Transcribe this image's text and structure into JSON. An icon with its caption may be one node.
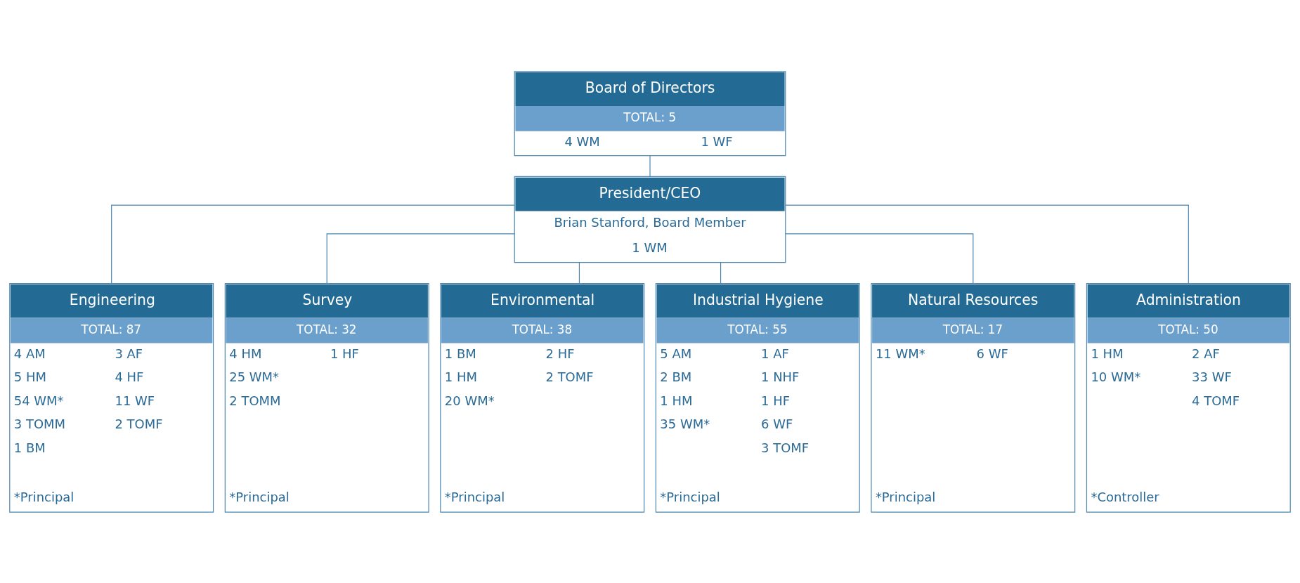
{
  "diagram": {
    "nodes": [
      {
        "text": [
          "Board of Directors",
          "TOTAL: 5",
          "4 WM",
          "1 WF"
        ]
      },
      {
        "text": [
          "President/CEO",
          "Brian Stanford, Board Member",
          "1 WM"
        ]
      },
      {
        "text": [
          "Engineering",
          "TOTAL: 87",
          "4 AM",
          "3 AF",
          "5 HM",
          "4 HF",
          "54 WM*",
          "11 WF",
          "3 TOMM",
          "2 TOMF",
          "1 BM",
          "*Principal"
        ]
      },
      {
        "text": [
          "Survey",
          "TOTAL: 32",
          "4 HM",
          "1 HF",
          "25 WM*",
          "2 TOMM",
          "*Principal"
        ]
      },
      {
        "text": [
          "Environmental",
          "TOTAL: 38",
          "1 BM",
          "2 HF",
          "1 HM",
          "2 TOMF",
          "20 WM*",
          "*Principal"
        ]
      },
      {
        "text": [
          "Industrial Hygiene",
          "TOTAL: 55",
          "5 AM",
          "1 AF",
          "2 BM",
          "1 NHF",
          "1 HM",
          "1 HF",
          "35 WM*",
          "6 WF",
          "3 TOMF",
          "*Principal"
        ]
      },
      {
        "text": [
          "Natural Resources",
          "TOTAL: 17",
          "11 WM*",
          "6 WF",
          "*Principal"
        ]
      },
      {
        "text": [
          "Administration",
          "TOTAL: 50",
          "1 HM",
          "2 AF",
          "10 WM*",
          "33 WF",
          "4 TOMF",
          "*Controller"
        ]
      }
    ],
    "edges": [
      {
        "from": 0,
        "to": 1,
        "arrow": "none"
      },
      {
        "from": 1,
        "to": 2,
        "arrow": "none"
      },
      {
        "from": 1,
        "to": 3,
        "arrow": "none"
      },
      {
        "from": 1,
        "to": 4,
        "arrow": "none"
      },
      {
        "from": 1,
        "to": 5,
        "arrow": "none"
      },
      {
        "from": 1,
        "to": 6,
        "arrow": "none"
      },
      {
        "from": 1,
        "to": 7,
        "arrow": "none"
      }
    ]
  }
}
